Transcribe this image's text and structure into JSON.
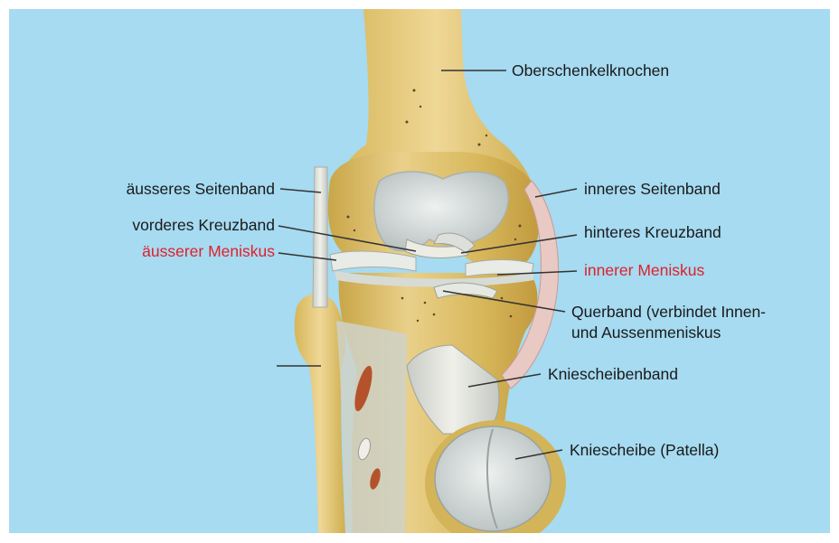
{
  "colors": {
    "background": "#a6dbf1",
    "bone": "#d6b659",
    "bone_light": "#ead08a",
    "cartilage": "#d9dfdf",
    "ligament": "#e4e4dc",
    "leader_line": "#333333",
    "label_text": "#1a1a1a",
    "label_highlight": "#e0202a"
  },
  "labels": {
    "oberschenkelknochen": "Oberschenkelknochen",
    "aeusseres_seitenband": "äusseres Seitenband",
    "vorderes_kreuzband": "vorderes Kreuzband",
    "aeusserer_meniskus": "äusserer Meniskus",
    "inneres_seitenband": "inneres Seitenband",
    "hinteres_kreuzband": "hinteres Kreuzband",
    "innerer_meniskus": "innerer Meniskus",
    "querband_line1": "Querband (verbindet Innen-",
    "querband_line2": "und Aussenmeniskus",
    "kniescheibenband": "Kniescheibenband",
    "kniescheibe": "Kniescheibe (Patella)"
  }
}
